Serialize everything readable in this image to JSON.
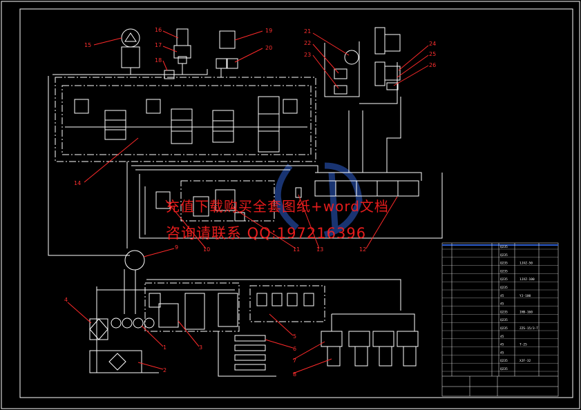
{
  "watermark": {
    "line1": "充值下载购买全套图纸+word文档",
    "line2": "咨询请联系 QQ:197216396"
  },
  "balloons": {
    "15": "15",
    "16": "16",
    "17": "17",
    "18": "18",
    "19": "19",
    "20": "20",
    "21": "21",
    "22": "22",
    "23": "23",
    "24": "24",
    "25": "25",
    "26": "26",
    "14": "14",
    "10": "10",
    "11": "11",
    "12": "12",
    "13": "13",
    "9": "9",
    "4": "4",
    "1": "1",
    "2": "2",
    "3": "3",
    "5": "5",
    "6": "6",
    "7": "7",
    "8": "8"
  },
  "title_block": {
    "codes": [
      "Q235",
      "Q235",
      "Q235",
      "Q235",
      "Q235",
      "Q235",
      "45",
      "45",
      "Q235",
      "Q235",
      "Q235",
      "45",
      "45",
      "45",
      "Q235",
      "Q235"
    ],
    "specs": [
      "1JXZ-50",
      "1JXZ-100",
      "YJ-100",
      "IHB-160",
      "ZZS-15/3-T",
      "T-25",
      "XJF-32"
    ]
  },
  "colors": {
    "line": "#ffffff",
    "balloon": "#ff2a2a",
    "blue": "#2f5fd0",
    "bg": "#000000"
  }
}
